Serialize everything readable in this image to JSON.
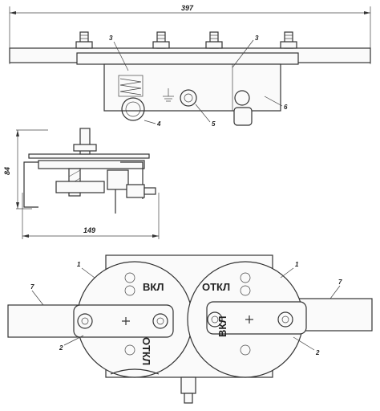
{
  "dimensions": {
    "top_width": "397",
    "side_height": "84",
    "side_width": "149"
  },
  "callouts": {
    "c3a": "3",
    "c3b": "3",
    "c4": "4",
    "c5": "5",
    "c6": "6",
    "c1a": "1",
    "c1b": "1",
    "c2a": "2",
    "c2b": "2",
    "c7a": "7",
    "c7b": "7"
  },
  "plates": {
    "on_top": "ВКЛ",
    "off_top": "ОТКЛ",
    "off_rotated": "ОТКЛ",
    "on_rotated": "ВКЛ"
  }
}
